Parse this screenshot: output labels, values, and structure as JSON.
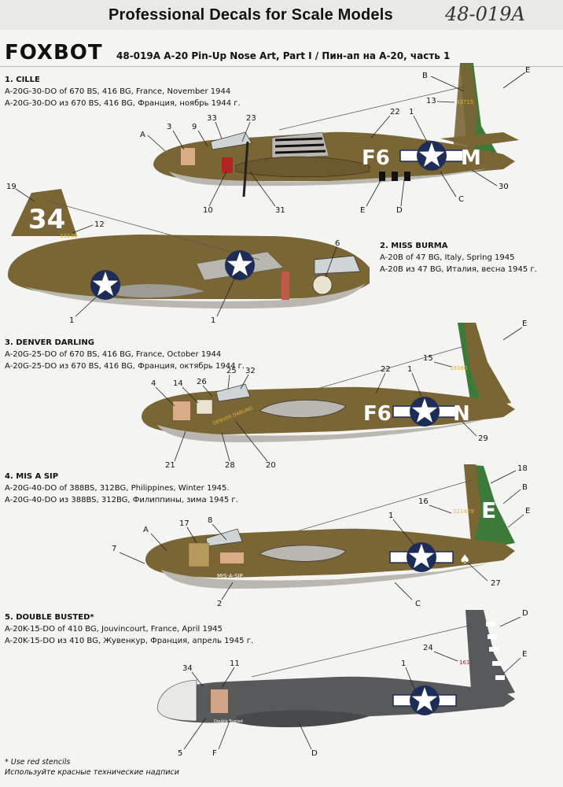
{
  "header": {
    "title": "Professional Decals for Scale Models",
    "handwritten_code": "48-019A"
  },
  "brand": "FOXBOT",
  "subtitle": "48-019A A-20 Pin-Up Nose Art, Part I / Пин-ап на А-20, часть 1",
  "profiles": [
    {
      "name": "1. CILLE",
      "line_en": "A-20G-30-DO of 670 BS, 416 BG, France, November 1944",
      "line_ru": "A-20G-30-DO из 670 BS, 416 BG, Франция, ноябрь 1944 г.",
      "fuselage_code": "F6",
      "individual_letter": "M",
      "tail_number": "33715",
      "callouts": [
        "A",
        "3",
        "9",
        "33",
        "23",
        "22",
        "1",
        "B",
        "13",
        "E",
        "10",
        "31",
        "E",
        "D",
        "C",
        "30"
      ]
    },
    {
      "name": "2. MISS BURMA",
      "line_en": "A-20B of 47 BG, Italy, Spring 1945",
      "line_ru": "A-20B из 47 BG, Италия, весна 1945 г.",
      "tail_code": "34",
      "tail_number": "13146",
      "callouts": [
        "19",
        "12",
        "6",
        "1",
        "1"
      ]
    },
    {
      "name": "3. DENVER DARLING",
      "line_en": "A-20G-25-DO of 670 BS, 416 BG, France, October 1944",
      "line_ru": "A-20G-25-DO из 670 BS, 416 BG, Франция, октябрь 1944 г.",
      "fuselage_code": "F6",
      "individual_letter": "N",
      "tail_number": "39380",
      "callouts": [
        "E",
        "15",
        "22",
        "1",
        "4",
        "14",
        "26",
        "25",
        "32",
        "21",
        "28",
        "20",
        "29"
      ]
    },
    {
      "name": "4. MIS A SIP",
      "line_en": "A-20G-40-DO of 388BS, 312BG, Philippines, Winter 1945.",
      "line_ru": "A-20G-40-DO из 388BS, 312BG, Филиппины, зима 1945 г.",
      "individual_letter": "E",
      "tail_number": "321429",
      "nose_art_text": "MIS-A-SIP",
      "callouts": [
        "18",
        "B",
        "16",
        "E",
        "A",
        "17",
        "8",
        "1",
        "7",
        "2",
        "27",
        "C"
      ]
    },
    {
      "name": "5. DOUBLE BUSTED*",
      "line_en": "A-20K-15-DO of 410 BG, Jouvincourt, France, April 1945",
      "line_ru": "A-20K-15-DO из 410 BG, Жувенкур, Франция, апрель 1945 г.",
      "tail_number": "1611",
      "callouts": [
        "D",
        "24",
        "E",
        "1",
        "34",
        "11",
        "5",
        "F",
        "D"
      ]
    }
  ],
  "footnote": {
    "en": "* Use red stencils",
    "ru": "Используйте красные технические надписи"
  },
  "colors": {
    "olive_drab": "#7a6535",
    "neutral_gray": "#b9b7b0",
    "neutral_gray_dark": "#9d9b93",
    "gray_overall": "#57595a",
    "green_tail": "#3c7a3a",
    "insignia_blue": "#1d2d57",
    "yellow": "#e0b830",
    "red": "#b22424"
  }
}
